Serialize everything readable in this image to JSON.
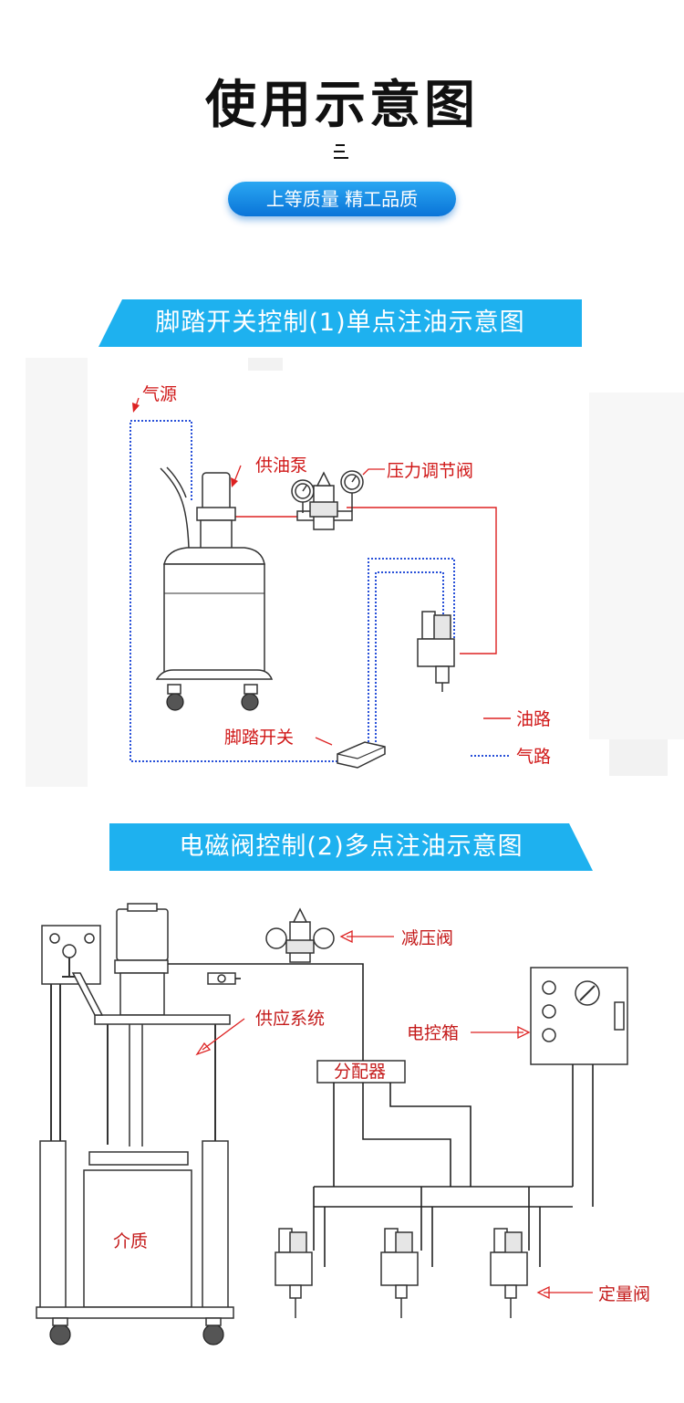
{
  "header": {
    "title": "使用示意图",
    "pill": "上等质量 精工品质"
  },
  "diagram1": {
    "banner": "脚踏开关控制(1)单点注油示意图",
    "labels": {
      "air_source": "气源",
      "pump": "供油泵",
      "pressure_valve": "压力调节阀",
      "foot_switch": "脚踏开关"
    },
    "legend": {
      "oil": "油路",
      "air": "气路"
    },
    "colors": {
      "oil": "#dd2222",
      "air": "#2850d8",
      "label": "#d01818"
    }
  },
  "diagram2": {
    "banner": "电磁阀控制(2)多点注油示意图",
    "labels": {
      "reducer": "减压阀",
      "supply": "供应系统",
      "control_box": "电控箱",
      "distributor": "分配器",
      "medium": "介质",
      "metering_valve": "定量阀"
    }
  },
  "theme": {
    "banner": "#1eb1ef",
    "pill_top": "#2aa7f2",
    "pill_bottom": "#0a74d8"
  }
}
